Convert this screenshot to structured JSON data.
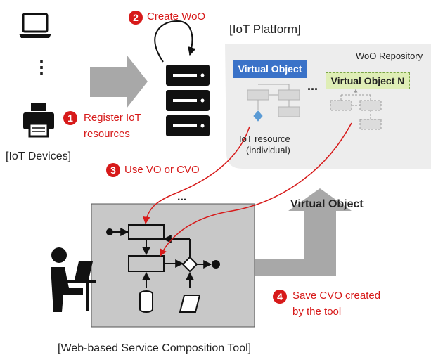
{
  "iot_devices": {
    "label": "[IoT Devices]",
    "dots": "⋮"
  },
  "steps": [
    {
      "num": "1",
      "text_line1": "Register IoT",
      "text_line2": "resources"
    },
    {
      "num": "2",
      "text": "Create WoO"
    },
    {
      "num": "3",
      "text": "Use VO or CVO"
    },
    {
      "num": "4",
      "text_line1": "Save CVO created",
      "text_line2": "by the tool"
    }
  ],
  "platform": {
    "title": "[IoT Platform]"
  },
  "repository": {
    "title": "WoO Repository",
    "vo_label": "Virtual Object",
    "ellipsis": "...",
    "vo_n_label": "Virtual Object N",
    "resource_line1": "IoT resource",
    "resource_line2": "(individual)"
  },
  "tool": {
    "title": "[Web-based Service Composition Tool]",
    "ellipsis": "...",
    "output_label": "Virtual Object"
  },
  "colors": {
    "step_red": "#d71a1a",
    "vo_blue": "#3a72c8",
    "vo_n_green": "#dfeeb6",
    "arrow_gray": "#a8a8a8"
  }
}
